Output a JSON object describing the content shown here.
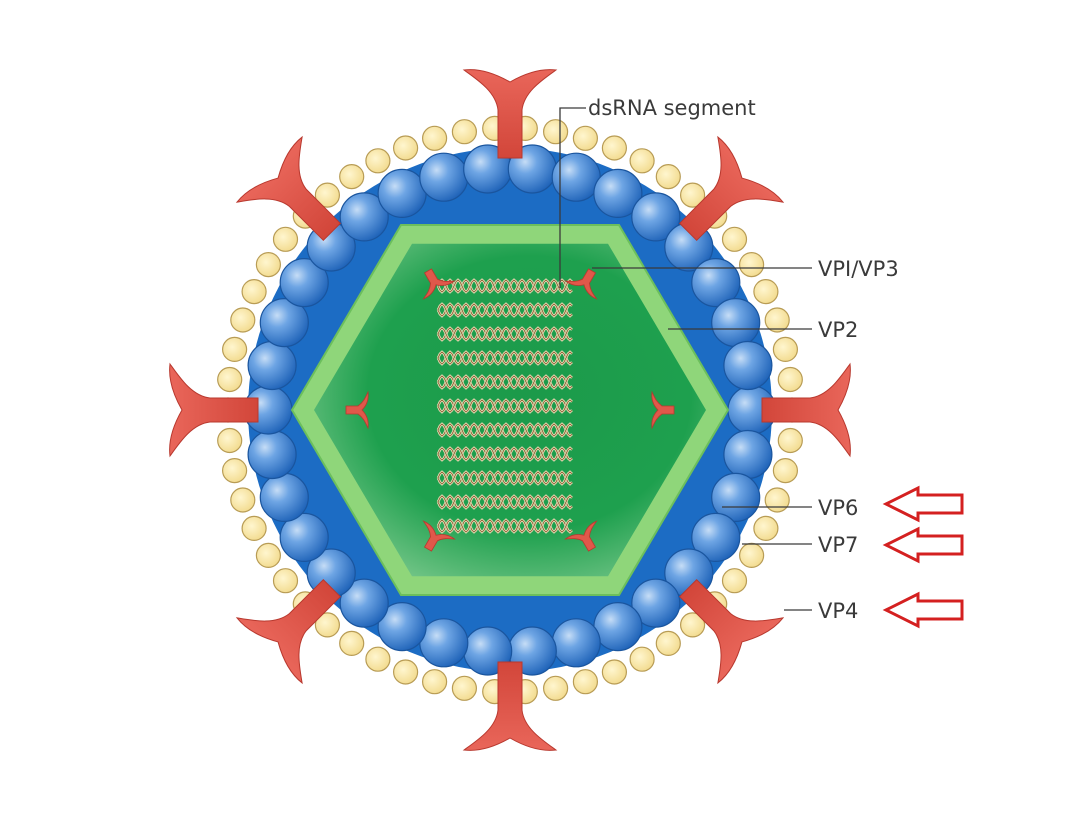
{
  "labels": {
    "dsrna": "dsRNA segment",
    "vp13": "VPI/VP3",
    "vp2": "VP2",
    "vp6": "VP6",
    "vp7": "VP7",
    "vp4": "VP4"
  },
  "highlighted_labels": [
    "VP6",
    "VP7",
    "VP4"
  ],
  "colors": {
    "background": "#ffffff",
    "vp7_bead": "#f8e29a",
    "vp7_bead_edge": "#b89c55",
    "vp6_layer": "#1c6cc4",
    "vp6_sphere": "#5a94dc",
    "vp2_shell": "#8fd67a",
    "core_interior": "#1a9a4a",
    "spike": "#e0584a",
    "rna": "#8a6a3a",
    "arrow": "#d42020",
    "label_text": "#3a3a3a"
  },
  "icons": {
    "spike": "vp4-spike-icon",
    "polymerase": "vp1-vp3-complex-icon",
    "arrow": "left-outline-arrow-icon"
  }
}
